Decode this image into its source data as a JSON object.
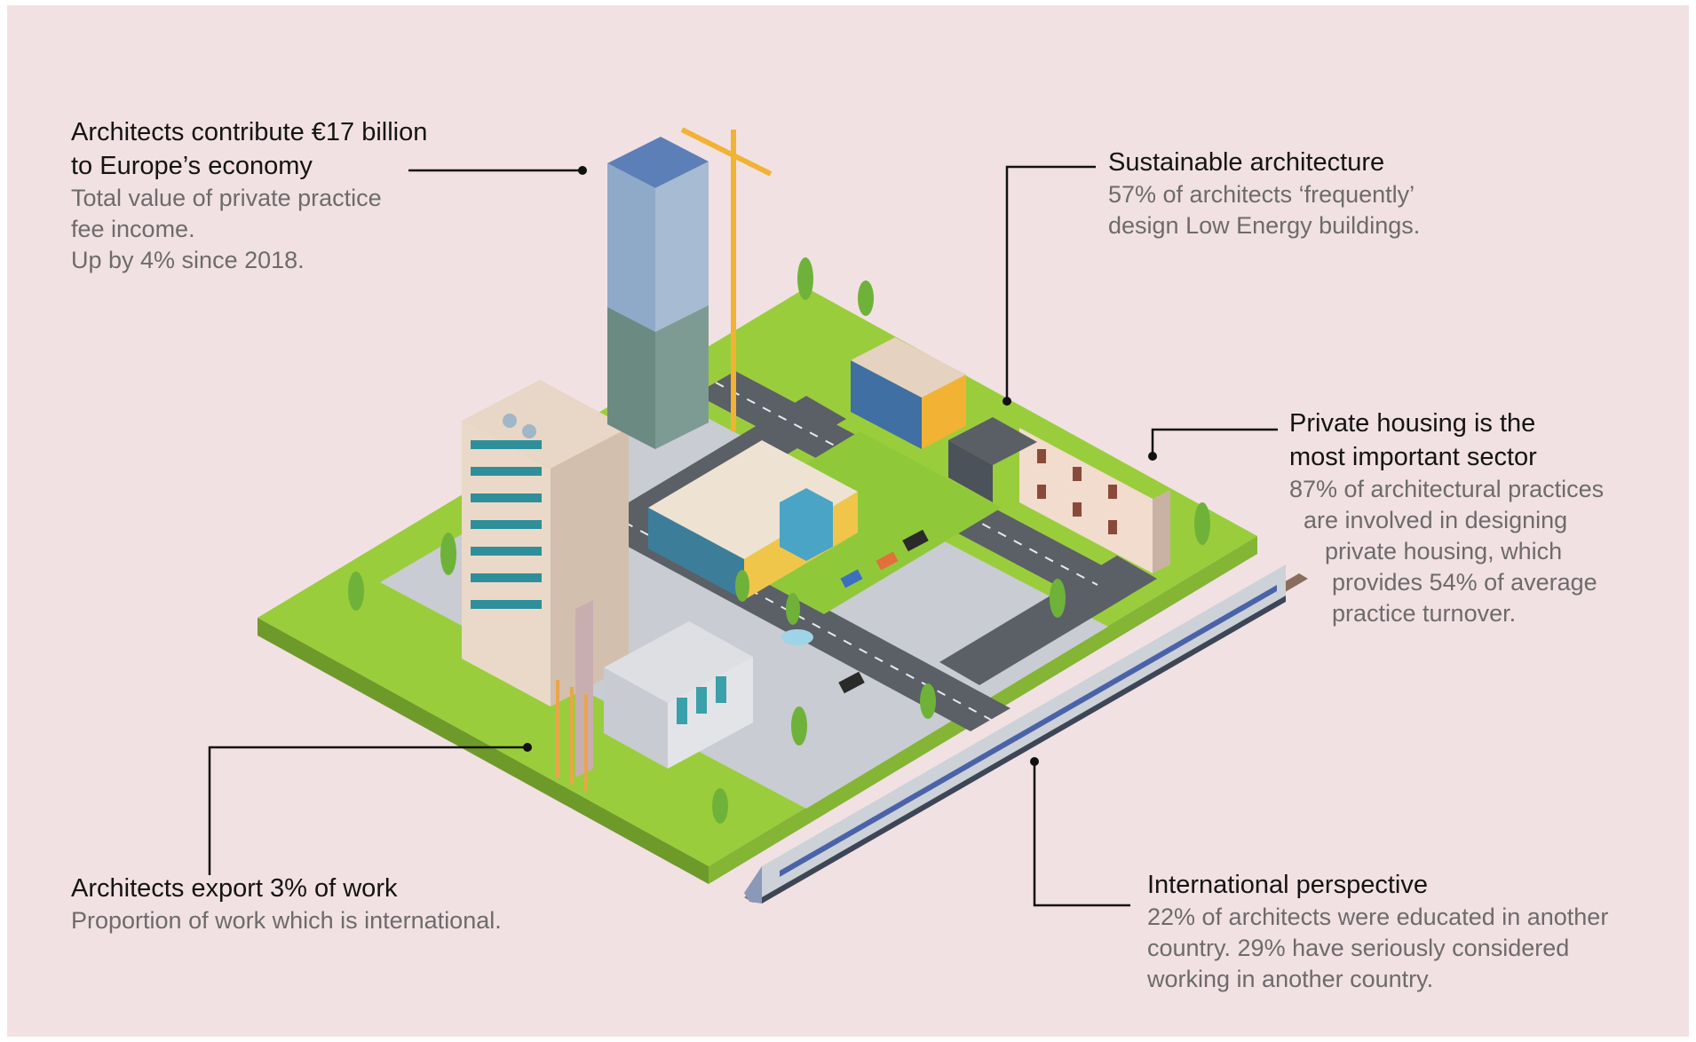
{
  "colors": {
    "background": "#f2e1e3",
    "grass": "#9acd3c",
    "road": "#5b5f66",
    "sidewalk": "#c9ccd2",
    "accent_teal": "#2e8f9b",
    "crane": "#f2b233",
    "leader_line": "#111111"
  },
  "callouts": {
    "economy": {
      "heading": [
        "Architects contribute €17 billion",
        "to Europe’s economy"
      ],
      "body": [
        "Total value of private practice",
        "fee income.",
        "Up by 4% since 2018."
      ]
    },
    "sustainable": {
      "heading": [
        "Sustainable architecture"
      ],
      "body": [
        "57% of architects ‘frequently’",
        "design Low Energy buildings."
      ]
    },
    "housing": {
      "heading": [
        "Private housing is the",
        "most important sector"
      ],
      "body": [
        "87% of architectural practices",
        "are involved in designing",
        "private housing, which",
        "provides 54% of average",
        "practice turnover."
      ]
    },
    "export": {
      "heading": [
        "Architects export 3% of work"
      ],
      "body": [
        "Proportion of work which is international."
      ]
    },
    "international": {
      "heading": [
        "International perspective"
      ],
      "body": [
        "22% of architects were educated in another",
        "country. 29% have seriously considered",
        "working in another country."
      ]
    }
  }
}
